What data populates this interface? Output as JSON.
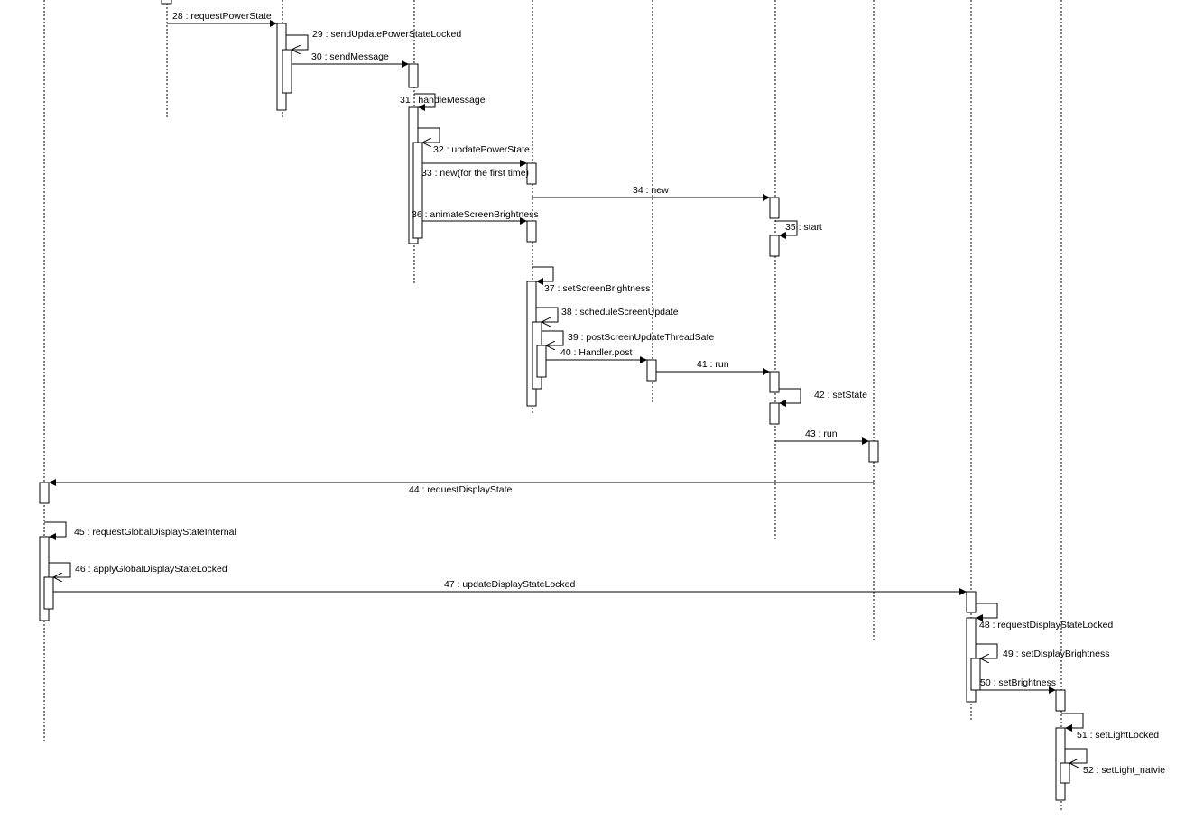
{
  "diagram": {
    "type": "sequence",
    "messages": [
      {
        "id": "m28",
        "label": "28 : requestPowerState"
      },
      {
        "id": "m29",
        "label": "29 : sendUpdatePowerStateLocked"
      },
      {
        "id": "m30",
        "label": "30 : sendMessage"
      },
      {
        "id": "m31",
        "label": "31 : handleMessage"
      },
      {
        "id": "m32",
        "label": "32 : updatePowerState"
      },
      {
        "id": "m33",
        "label": "33 : new(for the first time)"
      },
      {
        "id": "m34",
        "label": "34 : new"
      },
      {
        "id": "m35",
        "label": "35 : start"
      },
      {
        "id": "m36",
        "label": "36 : animateScreenBrightness"
      },
      {
        "id": "m37",
        "label": "37 : setScreenBrightness"
      },
      {
        "id": "m38",
        "label": "38 : scheduleScreenUpdate"
      },
      {
        "id": "m39",
        "label": "39 : postScreenUpdateThreadSafe"
      },
      {
        "id": "m40",
        "label": "40 : Handler.post"
      },
      {
        "id": "m41",
        "label": "41 : run"
      },
      {
        "id": "m42",
        "label": "42 : setState"
      },
      {
        "id": "m43",
        "label": "43 : run"
      },
      {
        "id": "m44",
        "label": "44 : requestDisplayState"
      },
      {
        "id": "m45",
        "label": "45 : requestGlobalDisplayStateInternal"
      },
      {
        "id": "m46",
        "label": "46 : applyGlobalDisplayStateLocked"
      },
      {
        "id": "m47",
        "label": "47 : updateDisplayStateLocked"
      },
      {
        "id": "m48",
        "label": "48 : requestDisplayStateLocked"
      },
      {
        "id": "m49",
        "label": "49 : setDisplayBrightness"
      },
      {
        "id": "m50",
        "label": "50 : setBrightness"
      },
      {
        "id": "m51",
        "label": "51 : setLightLocked"
      },
      {
        "id": "m52",
        "label": "52 : setLight_natvie"
      }
    ]
  }
}
